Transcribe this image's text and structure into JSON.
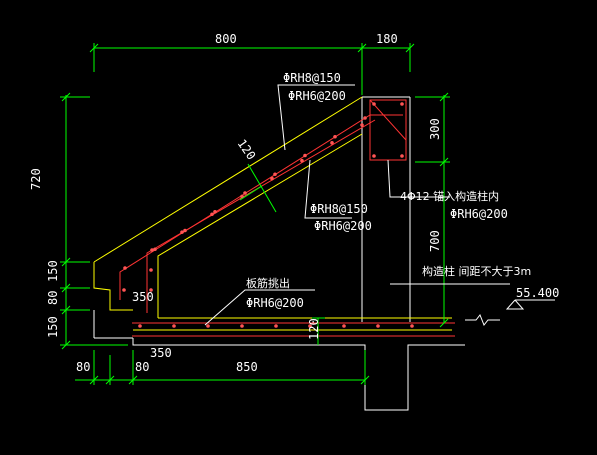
{
  "colors": {
    "background": "#000000",
    "dimension": "#00ff00",
    "outline": "#ffff00",
    "rebar": "#ff3333",
    "rebar_dot": "#ff5555",
    "concrete": "#ffffff",
    "leader": "#ffffff",
    "text": "#ffffff",
    "slab_top": "#ffff00"
  },
  "dimensions": {
    "top_800": "800",
    "top_180": "180",
    "left_720": "720",
    "left_150_top": "150",
    "left_80": "80",
    "left_150_bottom": "150",
    "right_300": "300",
    "right_700": "700",
    "bottom_80": "80",
    "bottom_80b": "80",
    "bottom_350": "350",
    "bottom_850": "850",
    "slope_120": "120",
    "slab_120": "120",
    "corner_350": "350"
  },
  "annotations": {
    "top_rebar_1": "ΦRH8@150",
    "top_rebar_2": "ΦRH6@200",
    "mid_rebar_1": "ΦRH8@150",
    "mid_rebar_2": "ΦRH6@200",
    "column_main": "4Φ12  锚入构造柱内",
    "column_stirrup": "ΦRH6@200",
    "column_note": "构造柱 间距不大于3m",
    "slab_note": "板筋挑出",
    "slab_rebar": "ΦRH6@200",
    "elevation": "55.400"
  }
}
